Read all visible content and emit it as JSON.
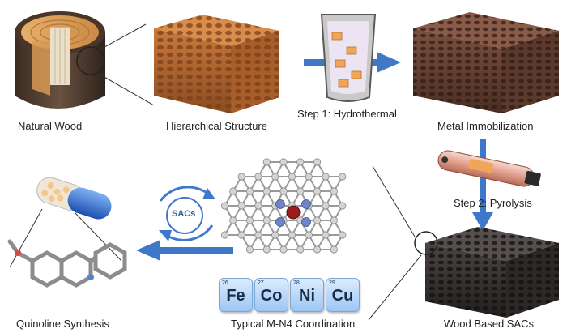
{
  "labels": {
    "natural_wood": "Natural Wood",
    "hierarchical": "Hierarchical Structure",
    "step1": "Step 1: Hydrothermal",
    "metal_imm": "Metal Immobilization",
    "step2": "Step 2: Pyrolysis",
    "wood_sacs": "Wood Based SACs",
    "coordination": "Typical M-N4 Coordination",
    "quinoline": "Quinoline Synthesis",
    "sacs_badge": "SACs"
  },
  "elements": [
    {
      "z": "26",
      "sym": "Fe"
    },
    {
      "z": "27",
      "sym": "Co"
    },
    {
      "z": "28",
      "sym": "Ni"
    },
    {
      "z": "29",
      "sym": "Cu"
    }
  ],
  "colors": {
    "arrow_blue": "#3f78c8",
    "wood_orange": "#c77a3c",
    "carbon_dark": "#3b3533",
    "metal_red": "#9b1c1c",
    "nitrogen_blue": "#6f84c9"
  }
}
